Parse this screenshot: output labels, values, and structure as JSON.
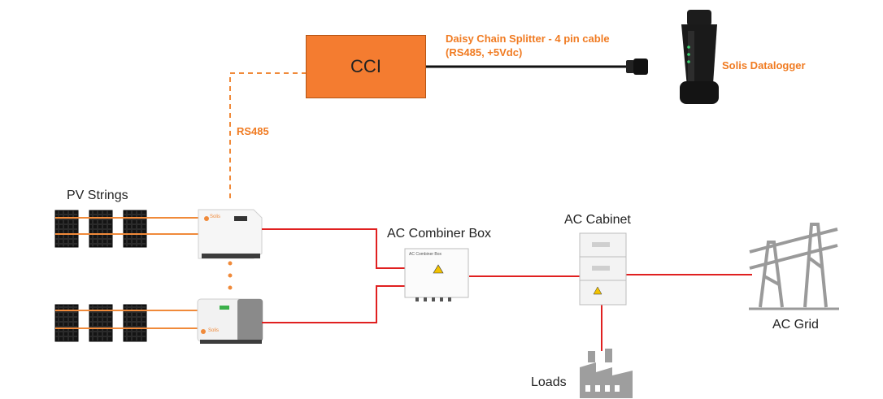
{
  "diagram": {
    "cci_label": "CCI",
    "splitter_line1": "Daisy Chain Splitter - 4 pin cable",
    "splitter_line2": "(RS485, +5Vdc)",
    "datalogger_label": "Solis Datalogger",
    "rs485_label": "RS485",
    "pv_strings_label": "PV Strings",
    "combiner_label": "AC Combiner Box",
    "combiner_plate_text": "AC Combiner Box",
    "cabinet_label": "AC Cabinet",
    "grid_label": "AC Grid",
    "loads_label": "Loads",
    "inverter_brand": "Solis"
  },
  "colors": {
    "accent_orange": "#f07b22",
    "cci_fill": "#f47c30",
    "ac_line": "#e02020",
    "dc_string": "#f08a3a",
    "panel": "#1a1a1a",
    "icon_gray": "#9a9a9a"
  }
}
